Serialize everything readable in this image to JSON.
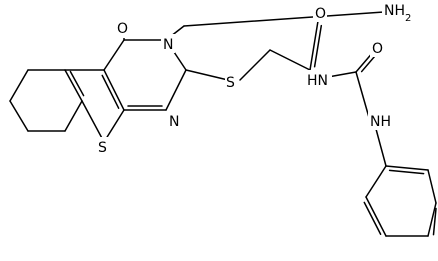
{
  "labels": {
    "nh2": "NH2",
    "o_ring": "O",
    "n3": "N",
    "n1": "N",
    "s_ring": "S",
    "s_link": "S",
    "o_amide": "O",
    "nh_imide": "HN",
    "o_urea": "O",
    "nh_benzyl": "NH"
  }
}
